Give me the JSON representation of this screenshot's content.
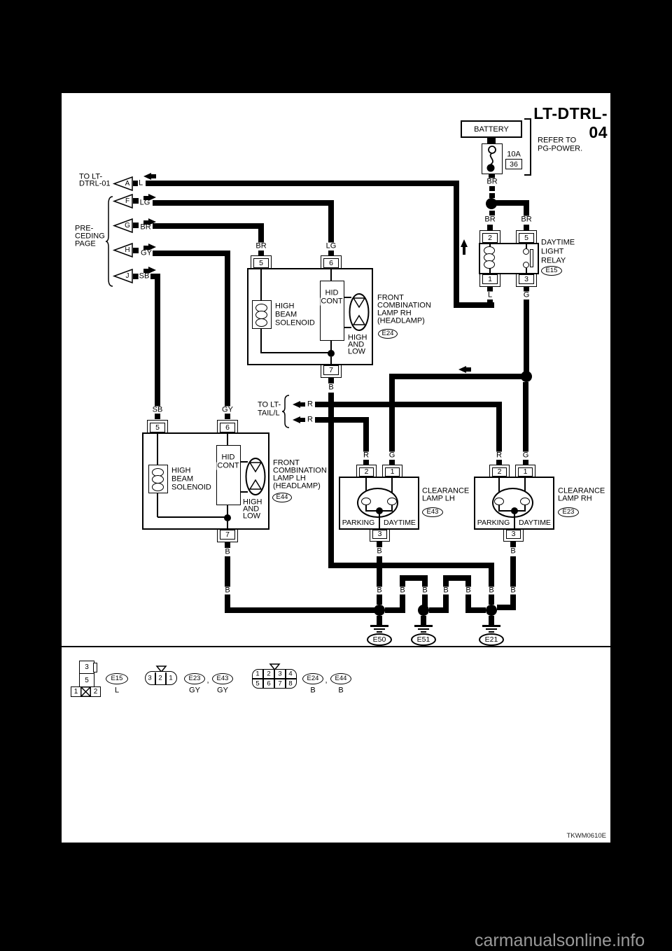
{
  "title": "LT-DTRL-04",
  "doc_code": "TKWM0610E",
  "watermark": "carmanualsonline.info",
  "wire": {
    "b": "B",
    "br": "BR",
    "r": "R",
    "g": "G",
    "gy": "GY",
    "sb": "SB",
    "l": "L",
    "lg": "LG"
  },
  "power": {
    "battery": "BATTERY",
    "fuse_amp": "10A",
    "fuse_no": "36",
    "refer_1": "REFER TO",
    "refer_2": "PG-POWER."
  },
  "relay": {
    "line1": "DAYTIME",
    "line2": "LIGHT",
    "line3": "RELAY",
    "code": "E15",
    "pin_top_left": "2",
    "pin_top_right": "5",
    "pin_bottom_left": "1",
    "pin_bottom_right": "3"
  },
  "left_refs": {
    "dtrl_1": "TO LT-",
    "dtrl_2": "DTRL-01",
    "prev_1": "PRE-",
    "prev_2": "CEDING",
    "prev_3": "PAGE",
    "tri_a": "A",
    "tri_f": "F",
    "tri_g": "G",
    "tri_h": "H",
    "tri_j": "J"
  },
  "tail_ref": {
    "line1": "TO LT-",
    "line2": "TAIL/L"
  },
  "headlamp_rh": {
    "pin5": "5",
    "pin6": "6",
    "pin7": "7",
    "sol_1": "HIGH",
    "sol_2": "BEAM",
    "sol_3": "SOLENOID",
    "hid_1": "HID",
    "hid_2": "CONT",
    "hl_1": "HIGH",
    "hl_2": "AND",
    "hl_3": "LOW",
    "name_1": "FRONT",
    "name_2": "COMBINATION",
    "name_3": "LAMP RH",
    "name_4": "(HEADLAMP)",
    "code": "E24"
  },
  "headlamp_lh": {
    "pin5": "5",
    "pin6": "6",
    "pin7": "7",
    "sol_1": "HIGH",
    "sol_2": "BEAM",
    "sol_3": "SOLENOID",
    "hid_1": "HID",
    "hid_2": "CONT",
    "hl_1": "HIGH",
    "hl_2": "AND",
    "hl_3": "LOW",
    "name_1": "FRONT",
    "name_2": "COMBINATION",
    "name_3": "LAMP LH",
    "name_4": "(HEADLAMP)",
    "code": "E44"
  },
  "clearance_lh": {
    "pin2": "2",
    "pin1": "1",
    "pin3": "3",
    "parking": "PARKING",
    "daytime": "DAYTIME",
    "name_1": "CLEARANCE",
    "name_2": "LAMP LH",
    "code": "E43"
  },
  "clearance_rh": {
    "pin2": "2",
    "pin1": "1",
    "pin3": "3",
    "parking": "PARKING",
    "daytime": "DAYTIME",
    "name_1": "CLEARANCE",
    "name_2": "LAMP RH",
    "code": "E23"
  },
  "grounds": {
    "g1": "E50",
    "g2": "E51",
    "g3": "E21"
  },
  "legend": {
    "e15": {
      "code": "E15",
      "color": "L",
      "p3": "3",
      "p5": "5",
      "p1": "1",
      "p2": "2"
    },
    "mid": {
      "code1": "E23",
      "code2": "E43",
      "color1": "GY",
      "color2": "GY",
      "comma": ",",
      "pins": [
        "3",
        "2",
        "1"
      ]
    },
    "oct": {
      "code1": "E24",
      "code2": "E44",
      "color1": "B",
      "color2": "B",
      "comma": ",",
      "top": [
        "1",
        "2",
        "3",
        "4"
      ],
      "bottom": [
        "5",
        "6",
        "7",
        "8"
      ]
    }
  }
}
